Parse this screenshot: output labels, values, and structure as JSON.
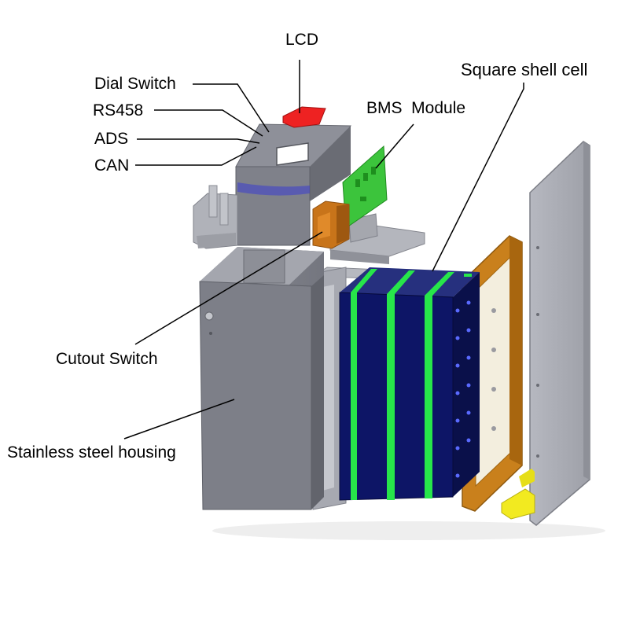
{
  "labels": {
    "lcd": "LCD",
    "dial_switch": "Dial Switch",
    "rs458": "RS458",
    "ads": "ADS",
    "can": "CAN",
    "bms_module": "BMS  Module",
    "square_shell_cell": "Square shell cell",
    "cutout_switch": "Cutout Switch",
    "stainless_steel_housing": "Stainless steel housing"
  },
  "colors": {
    "housing": "#7d7f88",
    "housing_light": "#9a9ca5",
    "housing_dark": "#5f6169",
    "lcd": "#ee2222",
    "bms_board": "#3cc43c",
    "cutout_switch": "#c8741a",
    "frame": "#c9801c",
    "cell_body": "#0d1566",
    "cell_band": "#27e64a",
    "plate": "#a9abb3",
    "feet": "#f2ea20"
  }
}
